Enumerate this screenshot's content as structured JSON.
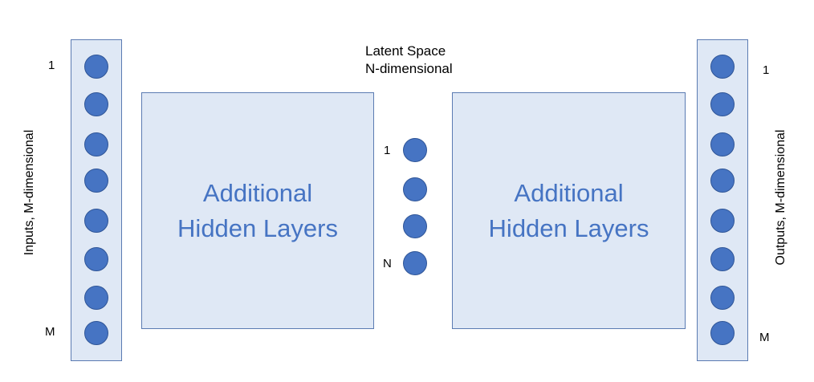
{
  "input_layer": {
    "axis_label": "Inputs, M-dimensional",
    "first_index": "1",
    "last_index": "M"
  },
  "output_layer": {
    "axis_label": "Outputs, M-dimensional",
    "first_index": "1",
    "last_index": "M"
  },
  "encoder_block": {
    "line1": "Additional",
    "line2": "Hidden Layers"
  },
  "decoder_block": {
    "line1": "Additional",
    "line2": "Hidden Layers"
  },
  "latent": {
    "title_line1": "Latent Space",
    "title_line2": "N-dimensional",
    "first_index": "1",
    "last_index": "N"
  },
  "colors": {
    "node_fill": "#4674c3",
    "panel_fill": "#dfe8f5",
    "panel_border": "#5b7bb2",
    "block_text": "#4674c3"
  }
}
